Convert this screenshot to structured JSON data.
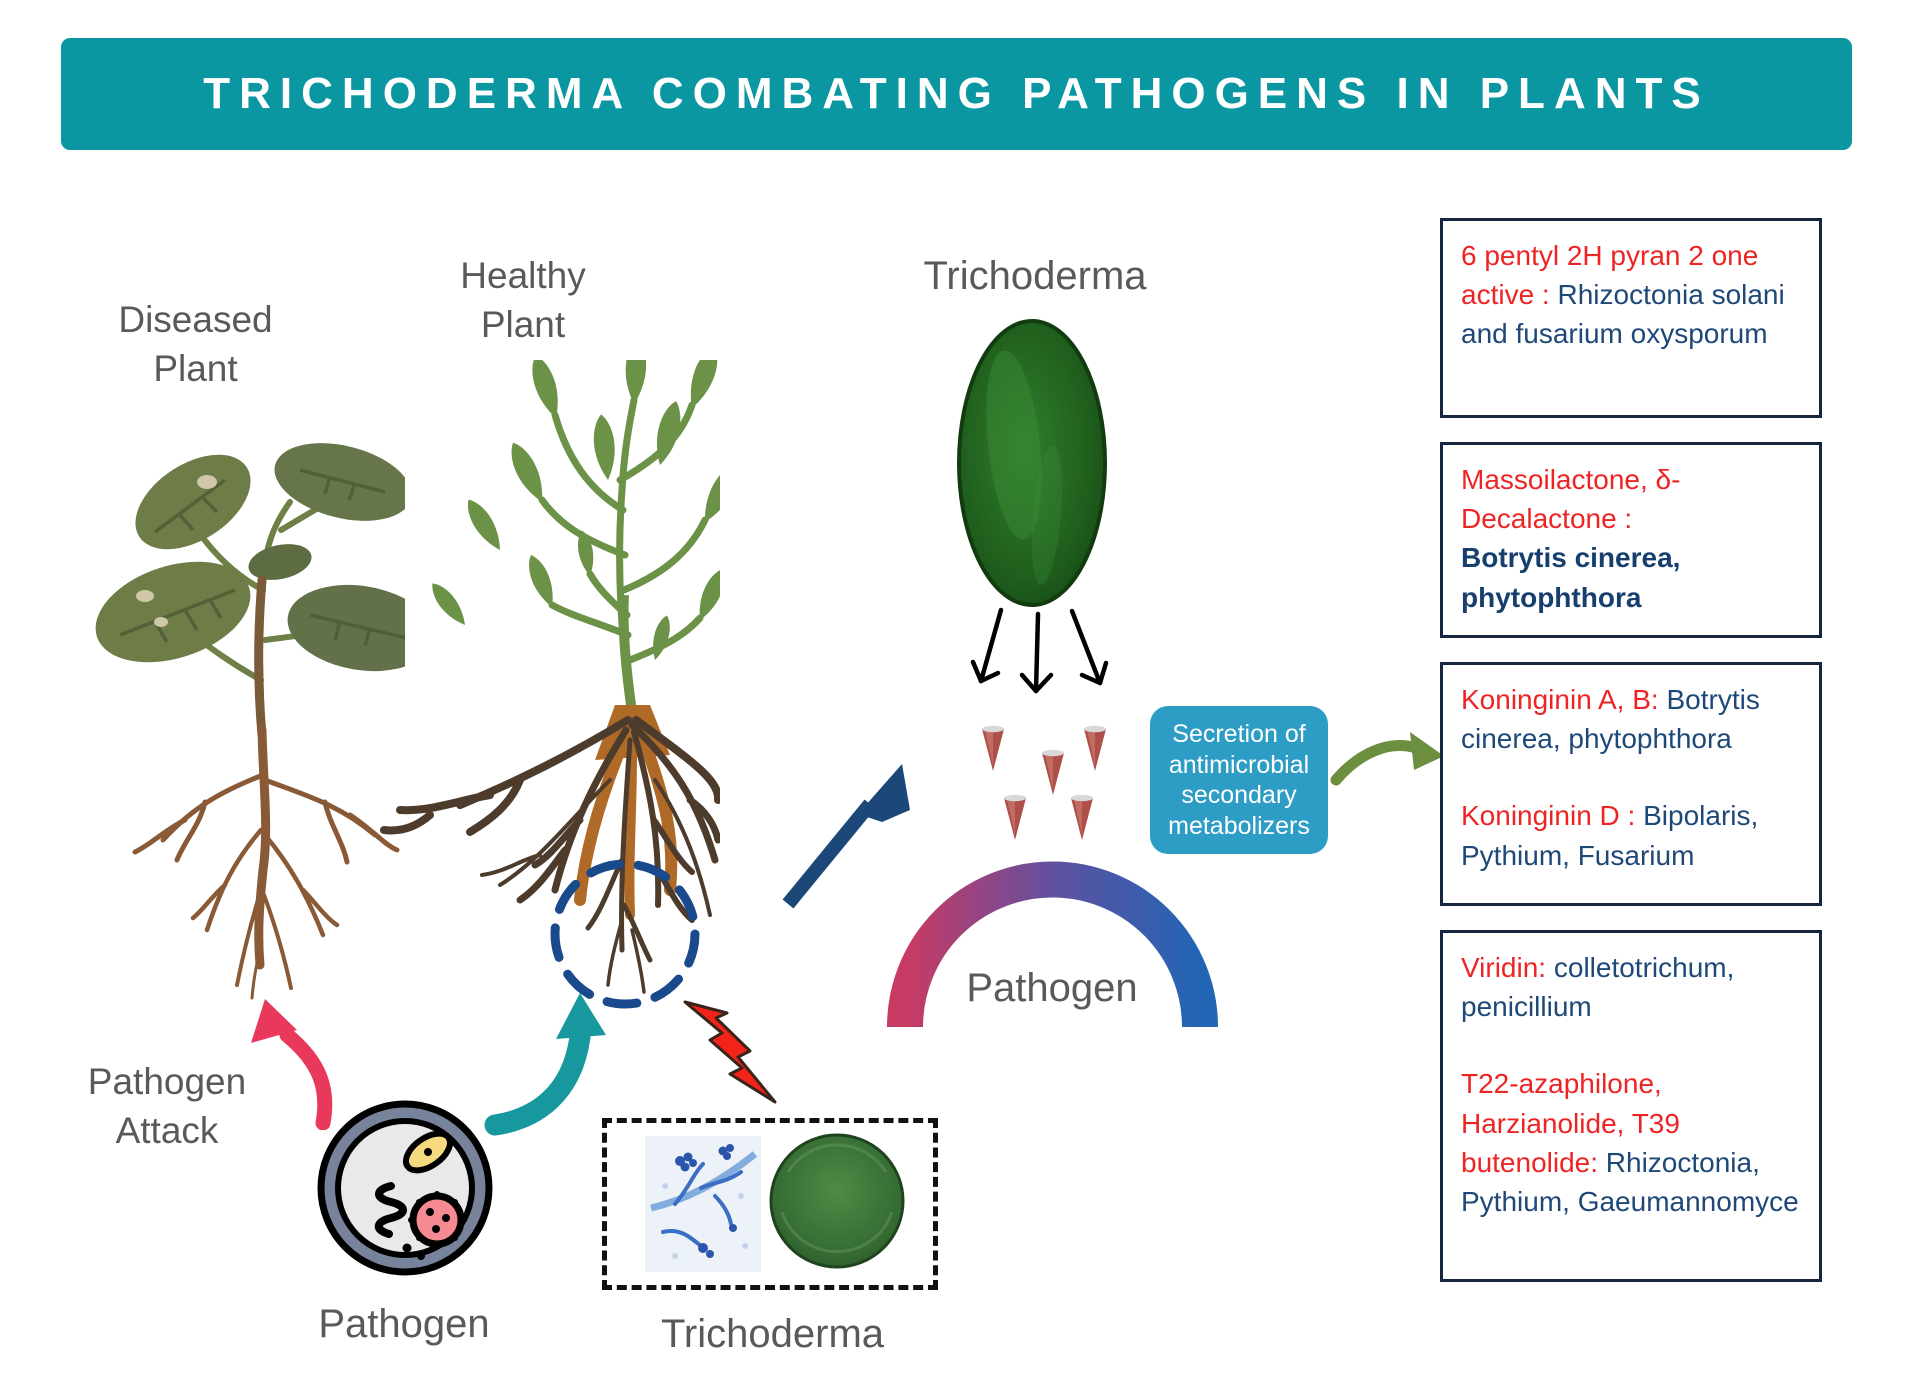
{
  "title": "TRICHODERMA COMBATING PATHOGENS IN PLANTS",
  "labels": {
    "diseased_plant": "Diseased\nPlant",
    "healthy_plant": "Healthy\nPlant",
    "trichoderma_top": "Trichoderma",
    "pathogen_arc": "Pathogen",
    "pathogen_attack": "Pathogen\nAttack",
    "pathogen_bottom": "Pathogen",
    "trichoderma_bottom": "Trichoderma"
  },
  "secretion_box": {
    "text": "Secretion of\nantimicrobial\nsecondary\nmetabolizers",
    "bg_color": "#2E9DC6"
  },
  "info_boxes": {
    "box1": {
      "red": "6 pentyl 2H pyran 2 one active : ",
      "blue": "Rhizoctonia solani and fusarium oxysporum"
    },
    "box2": {
      "red": "Massoilactone, δ-Decalactone :",
      "blue_bold": "Botrytis cinerea, phytophthora"
    },
    "box3": {
      "p1_red": "Koninginin A, B:",
      "p1_blue": " Botrytis cinerea, phytophthora",
      "p2_red": "Koninginin D : ",
      "p2_blue": "Bipolaris, Pythium, Fusarium"
    },
    "box4": {
      "p1_red": "Viridin:",
      "p1_blue": " colletotrichum, penicillium",
      "p2_red": "T22-azaphilone, Harzianolide, T39 butenolide: ",
      "p2_blue": "Rhizoctonia, Pythium, Gaeumannomyce"
    }
  },
  "colors": {
    "banner_teal": "#0A97A1",
    "gray_text": "#595959",
    "red_text": "#EE2424",
    "navy_text": "#1E4878",
    "secretion_blue": "#2E9DC6",
    "arc_gradient_left": "#C93A62",
    "arc_gradient_right": "#2165B5",
    "teal_arrow": "#17989F",
    "red_arrow": "#E8395C",
    "olive_arrow": "#6B8F3E",
    "navy_arrow": "#1B4878",
    "bolt_red": "#F3231A"
  }
}
